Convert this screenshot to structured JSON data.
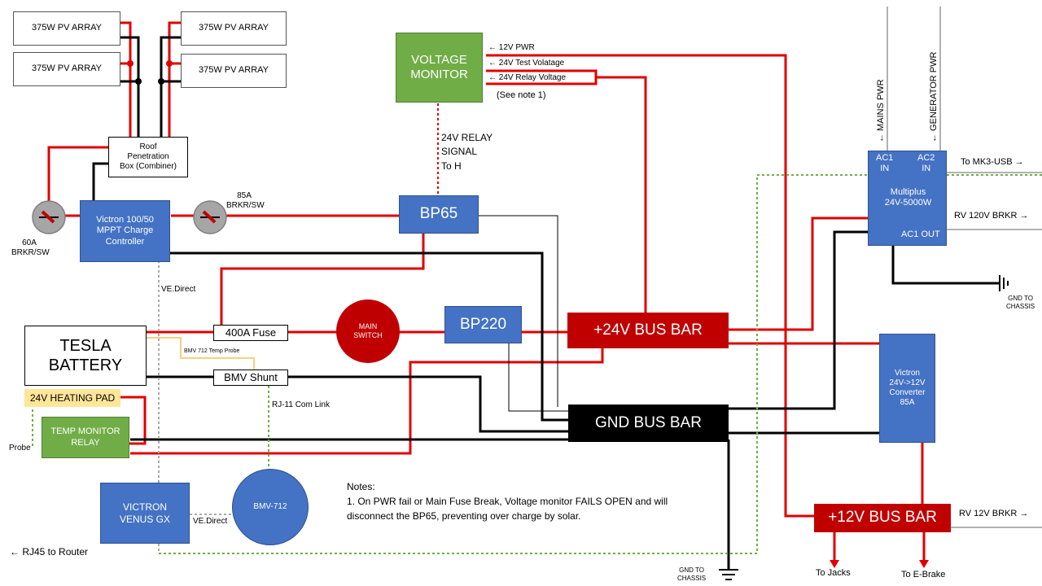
{
  "pv_arrays": [
    "375W PV ARRAY",
    "375W PV ARRAY",
    "375W PV ARRAY",
    "375W PV ARRAY"
  ],
  "combiner": "Roof\nPenetration\nBox (Combiner)",
  "mppt": "Victron 100/50\nMPPT Charge\nController",
  "breaker_60": "60A\nBRKR/SW",
  "breaker_85": "85A\nBRKR/SW",
  "voltage_monitor": "VOLTAGE\nMONITOR",
  "vm_inputs": [
    "← 12V PWR",
    "← 24V Test Volatage",
    "← 24V Relay Voltage"
  ],
  "see_note": "(See note 1)",
  "relay_signal": "24V RELAY\nSIGNAL\nTo H",
  "bp65": "BP65",
  "bp220": "BP220",
  "main_switch": "MAIN\nSWITCH",
  "fuse_400": "400A Fuse",
  "tesla": "TESLA\nBATTERY",
  "heating_pad": "24V HEATING PAD",
  "temp_relay": "TEMP MONITOR\nRELAY",
  "probe": "Probe",
  "bmv_shunt": "BMV Shunt",
  "bmv_temp_probe": "BMV 712 Temp Probe",
  "rj11": "RJ-11 Com Link",
  "ve_direct_1": "VE.Direct",
  "ve_direct_2": "VE.Direct",
  "bus24": "+24V BUS BAR",
  "gnd_bus": "GND BUS BAR",
  "bus12": "+12V BUS BAR",
  "multiplus": {
    "ac1": "AC1\nIN",
    "ac2": "AC2\nIN",
    "name": "Multiplus\n24V-5000W",
    "out": "AC1 OUT"
  },
  "mains_pwr": "← MAINS PWR",
  "gen_pwr": "← GENERATOR PWR",
  "to_mk3": "To MK3-USB →",
  "rv120": "RV 120V BRKR →",
  "rv12": "RV 12V BRKR →",
  "gnd_chassis_1": "GND TO\nCHASSIS",
  "gnd_chassis_2": "GND TO\nCHASSIS",
  "converter": "Victron\n24V->12V\nConverter\n85A",
  "venus": "VICTRON\nVENUS GX",
  "bmv712": "BMV-712",
  "rj45": "← RJ45 to Router",
  "to_jacks": "To Jacks",
  "to_ebrake": "To E-Brake",
  "notes": {
    "title": "Notes:",
    "line1": "1. On PWR fail or Main Fuse Break, Voltage monitor FAILS OPEN and will",
    "line2": "disconnect the BP65, preventing over charge by solar."
  }
}
